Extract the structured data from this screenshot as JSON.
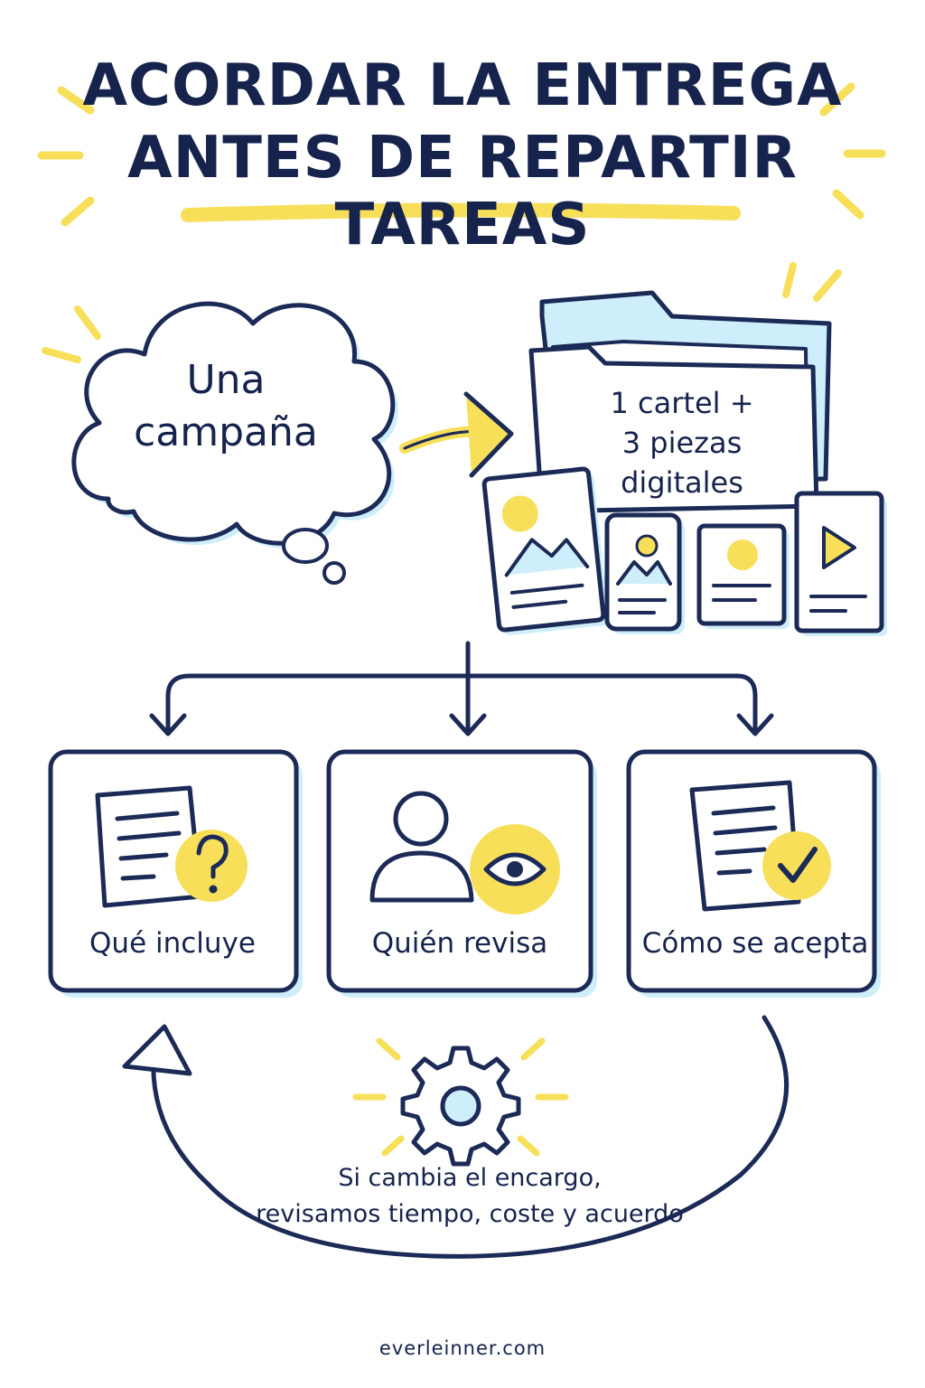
{
  "title": {
    "line1": "ACORDAR LA ENTREGA",
    "line2": "ANTES DE REPARTIR TAREAS"
  },
  "cloud": {
    "line1": "Una",
    "line2": "campaña"
  },
  "deliverable": {
    "line1": "1 cartel +",
    "line2": "3 piezas",
    "line3": "digitales"
  },
  "boxes": [
    {
      "label": "Qué incluye",
      "icon": "document-question-icon"
    },
    {
      "label": "Quién revisa",
      "icon": "person-eye-icon"
    },
    {
      "label": "Cómo se acepta",
      "icon": "document-check-icon"
    }
  ],
  "loop_note": {
    "line1": "Si cambia el encargo,",
    "line2": "revisamos tiempo, coste y acuerdo"
  },
  "footer": "everleinner.com",
  "colors": {
    "ink": "#1b2a56",
    "accent_yellow": "#f7df5a",
    "accent_blue": "#cdeefa"
  }
}
